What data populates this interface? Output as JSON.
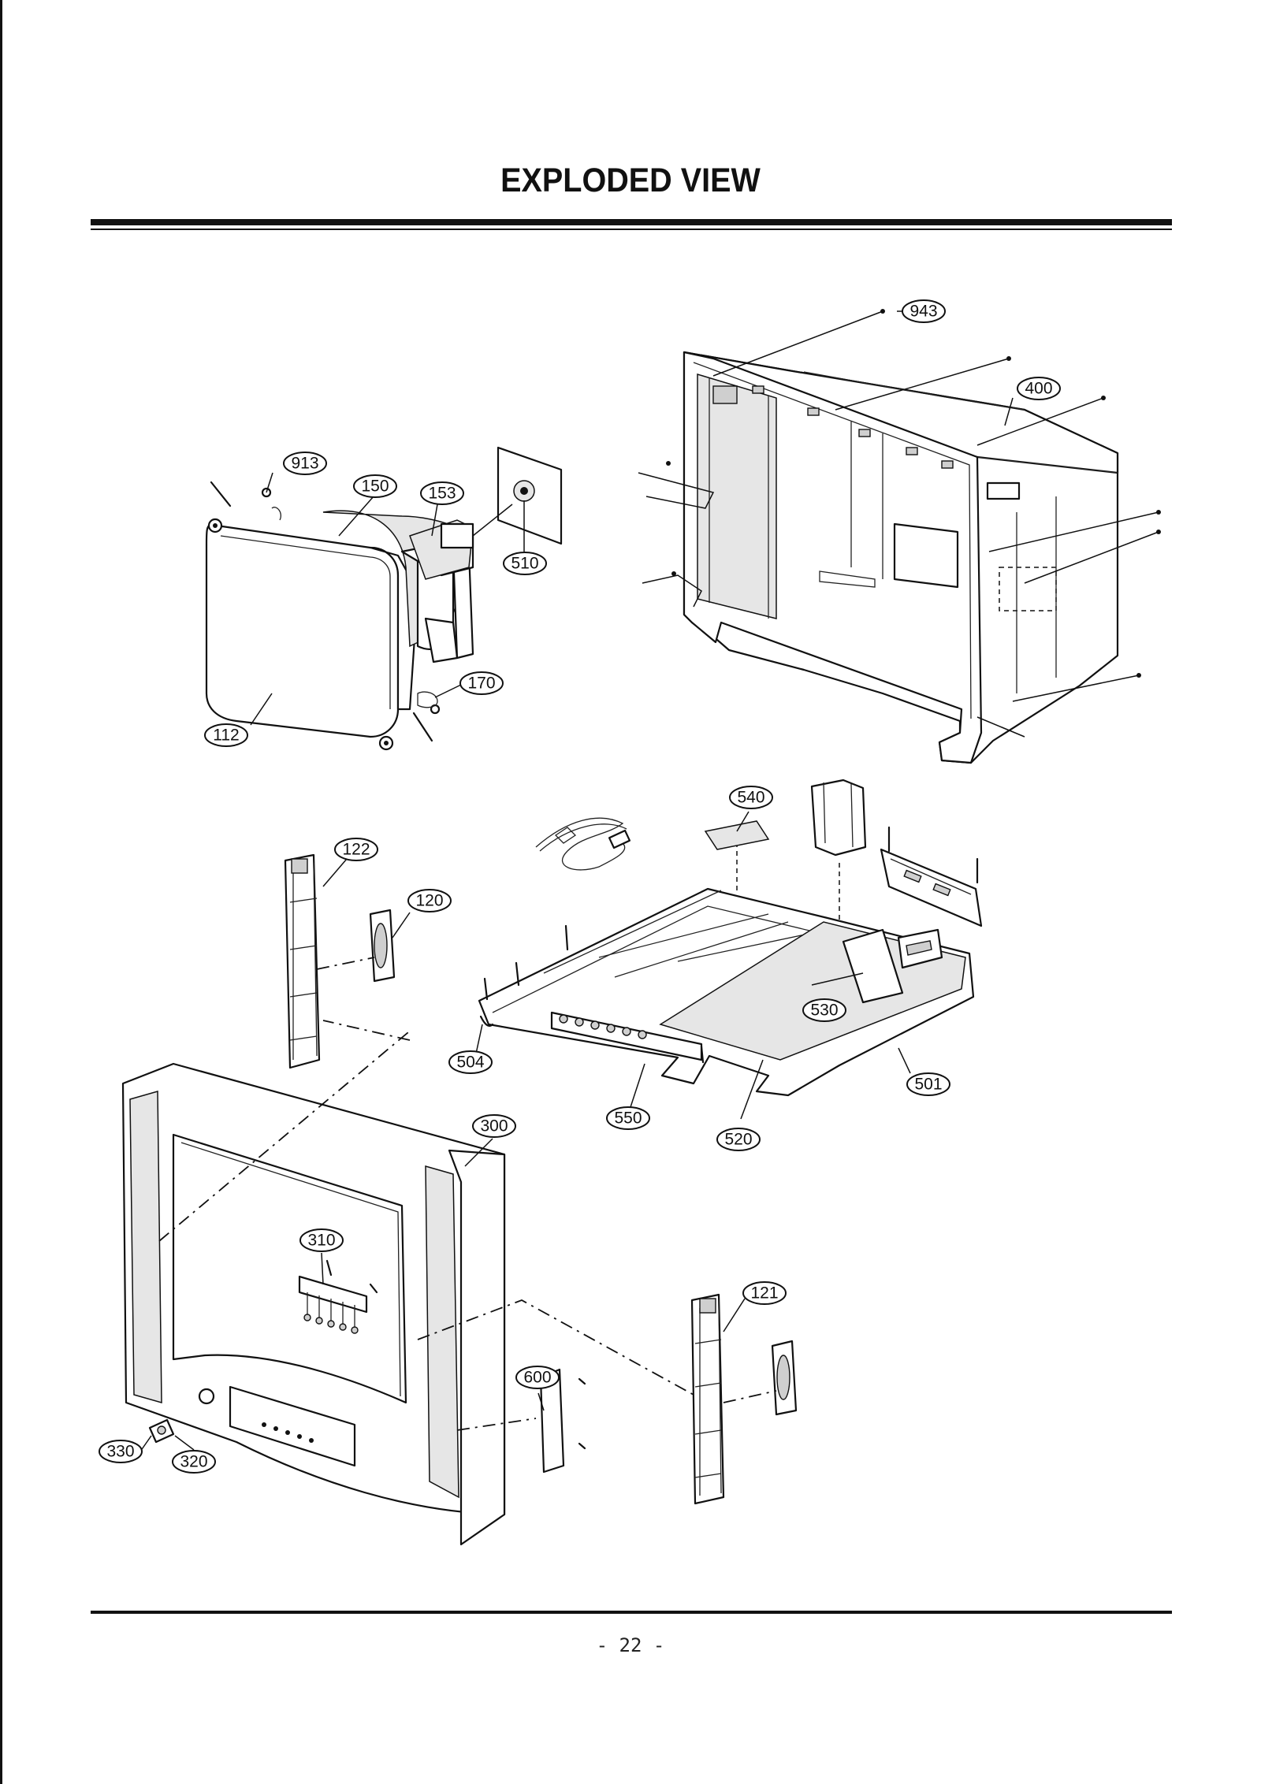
{
  "title": "EXPLODED VIEW",
  "page_number": "- 22 -",
  "callouts": [
    {
      "label": "943"
    },
    {
      "label": "400"
    },
    {
      "label": "913"
    },
    {
      "label": "150"
    },
    {
      "label": "153"
    },
    {
      "label": "510"
    },
    {
      "label": "170"
    },
    {
      "label": "112"
    },
    {
      "label": "540"
    },
    {
      "label": "122"
    },
    {
      "label": "120"
    },
    {
      "label": "530"
    },
    {
      "label": "504"
    },
    {
      "label": "501"
    },
    {
      "label": "550"
    },
    {
      "label": "520"
    },
    {
      "label": "300"
    },
    {
      "label": "310"
    },
    {
      "label": "121"
    },
    {
      "label": "600"
    },
    {
      "label": "330"
    },
    {
      "label": "320"
    }
  ]
}
